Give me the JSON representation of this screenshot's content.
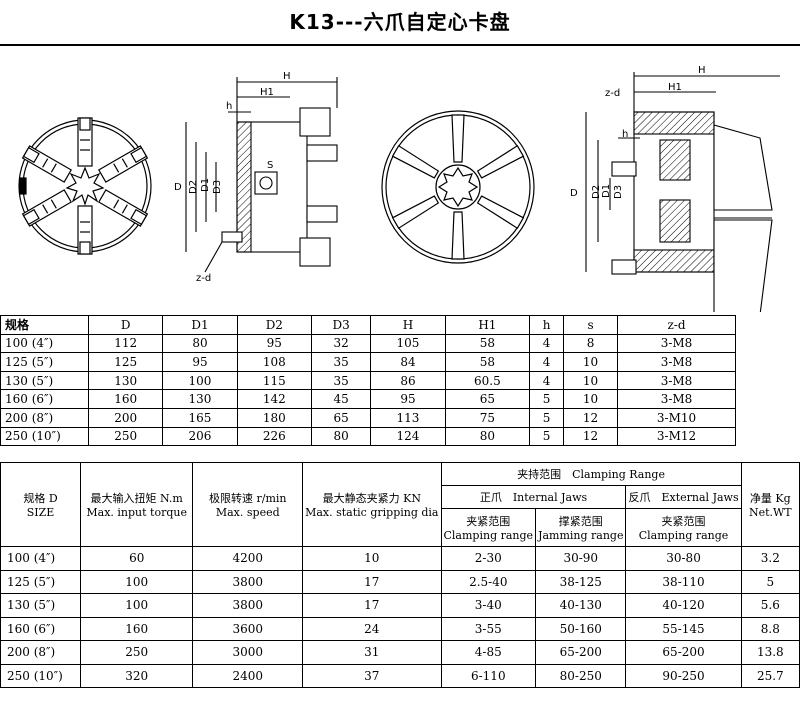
{
  "title": "K13---六爪自定心卡盘",
  "drawing_labels": {
    "H": "H",
    "H1": "H1",
    "h": "h",
    "D": "D",
    "D1": "D1",
    "D2": "D2",
    "D3": "D3",
    "S": "S",
    "zd": "z-d"
  },
  "dim_table": {
    "headers": [
      "规格",
      "D",
      "D1",
      "D2",
      "D3",
      "H",
      "H1",
      "h",
      "s",
      "z-d"
    ],
    "rows": [
      [
        "100 (4″)",
        "112",
        "80",
        "95",
        "32",
        "105",
        "58",
        "4",
        "8",
        "3-M8"
      ],
      [
        "125 (5″)",
        "125",
        "95",
        "108",
        "35",
        "84",
        "58",
        "4",
        "10",
        "3-M8"
      ],
      [
        "130 (5″)",
        "130",
        "100",
        "115",
        "35",
        "86",
        "60.5",
        "4",
        "10",
        "3-M8"
      ],
      [
        "160 (6″)",
        "160",
        "130",
        "142",
        "45",
        "95",
        "65",
        "5",
        "10",
        "3-M8"
      ],
      [
        "200 (8″)",
        "200",
        "165",
        "180",
        "65",
        "113",
        "75",
        "5",
        "12",
        "3-M10"
      ],
      [
        "250 (10″)",
        "250",
        "206",
        "226",
        "80",
        "124",
        "80",
        "5",
        "12",
        "3-M12"
      ]
    ]
  },
  "spec_table": {
    "size_cn": "规格 D",
    "size_en": "SIZE",
    "torque_cn": "最大输入扭矩 N.m",
    "torque_en": "Max. input torque",
    "speed_cn": "极限转速 r/min",
    "speed_en": "Max. speed",
    "grip_cn": "最大静态夹紧力 KN",
    "grip_en": "Max. static gripping dia",
    "clamp_range": "夹持范围　Clamping Range",
    "internal_jaws": "正爪　Internal Jaws",
    "external_jaws": "反爪　External Jaws",
    "clamp_cn": "夹紧范围",
    "clamp_en": "Clamping range",
    "jam_cn": "撑紧范围",
    "jam_en": "Jamming range",
    "clamp2_cn": "夹紧范围",
    "clamp2_en": "Clamping range",
    "weight_cn": "净量 Kg",
    "weight_en": "Net.WT",
    "rows": [
      [
        "100 (4″)",
        "60",
        "4200",
        "10",
        "2-30",
        "30-90",
        "30-80",
        "3.2"
      ],
      [
        "125 (5″)",
        "100",
        "3800",
        "17",
        "2.5-40",
        "38-125",
        "38-110",
        "5"
      ],
      [
        "130 (5″)",
        "100",
        "3800",
        "17",
        "3-40",
        "40-130",
        "40-120",
        "5.6"
      ],
      [
        "160 (6″)",
        "160",
        "3600",
        "24",
        "3-55",
        "50-160",
        "55-145",
        "8.8"
      ],
      [
        "200 (8″)",
        "250",
        "3000",
        "31",
        "4-85",
        "65-200",
        "65-200",
        "13.8"
      ],
      [
        "250 (10″)",
        "320",
        "2400",
        "37",
        "6-110",
        "80-250",
        "90-250",
        "25.7"
      ]
    ]
  }
}
